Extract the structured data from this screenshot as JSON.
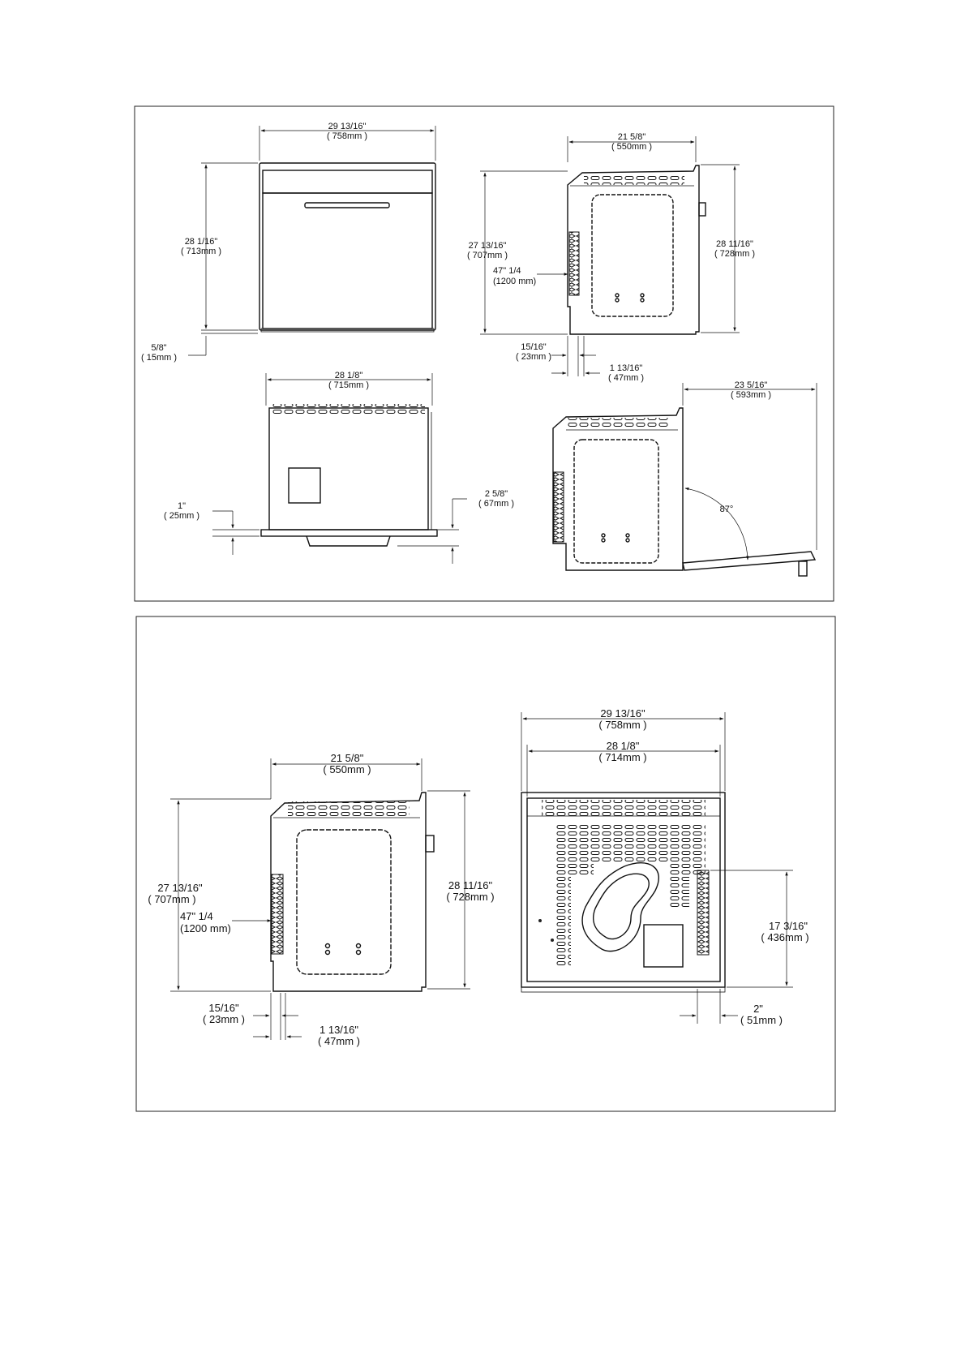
{
  "colors": {
    "ink": "#111111",
    "paper": "#ffffff"
  },
  "panel1": {
    "front": {
      "width_in": "29 13/16\"",
      "width_mm": "( 758mm )",
      "height_in": "28 1/16\"",
      "height_mm": "( 713mm )",
      "bottom_in": "5/8\"",
      "bottom_mm": "( 15mm )"
    },
    "side": {
      "depth_in": "21 5/8\"",
      "depth_mm": "( 550mm )",
      "height_in": "27 13/16\"",
      "height_mm": "( 707mm )",
      "overall_in": "28 11/16\"",
      "overall_mm": "( 728mm )",
      "cable_in": "47\" 1/4",
      "cable_mm": "(1200 mm)",
      "offset1_in": "15/16\"",
      "offset1_mm": "( 23mm )",
      "offset2_in": "1 13/16\"",
      "offset2_mm": "( 47mm )"
    },
    "top": {
      "width_in": "28 1/8\"",
      "width_mm": "( 715mm )",
      "left_in": "1\"",
      "left_mm": "( 25mm )",
      "right_in": "2 5/8\"",
      "right_mm": "( 67mm )"
    },
    "door_open": {
      "depth_in": "23 5/16\"",
      "depth_mm": "( 593mm )",
      "angle": "87°"
    }
  },
  "panel2": {
    "side": {
      "depth_in": "21 5/8\"",
      "depth_mm": "( 550mm )",
      "height_in": "27 13/16\"",
      "height_mm": "( 707mm )",
      "overall_in": "28 11/16\"",
      "overall_mm": "( 728mm )",
      "cable_in": "47\" 1/4",
      "cable_mm": "(1200 mm)",
      "offset1_in": "15/16\"",
      "offset1_mm": "( 23mm )",
      "offset2_in": "1 13/16\"",
      "offset2_mm": "( 47mm )"
    },
    "rear": {
      "outer_in": "29 13/16\"",
      "outer_mm": "( 758mm )",
      "inner_in": "28 1/8\"",
      "inner_mm": "( 714mm )",
      "height_in": "17 3/16\"",
      "height_mm": "( 436mm )",
      "offset_in": "2\"",
      "offset_mm": "( 51mm )"
    }
  }
}
